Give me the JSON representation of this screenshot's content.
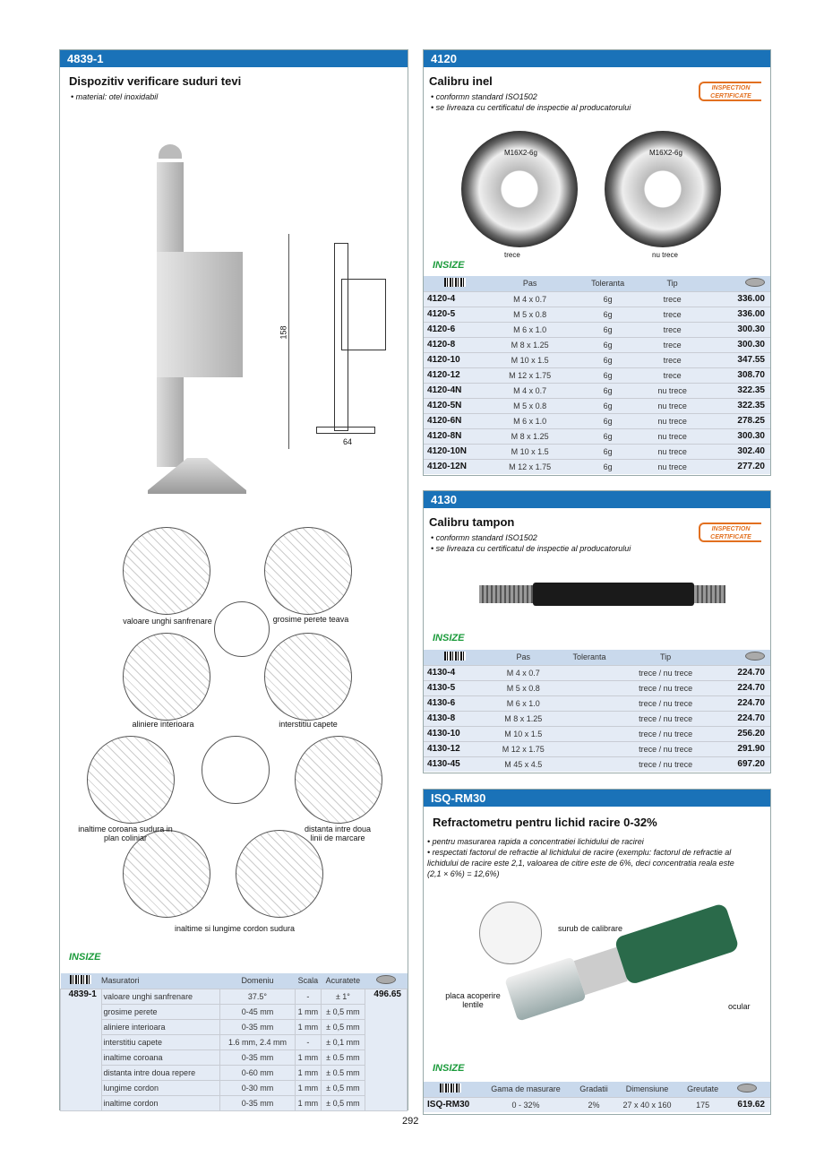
{
  "left": {
    "code": "4839-1",
    "title": "Dispozitiv verificare suduri tevi",
    "bullets": [
      "• material: otel inoxidabil"
    ],
    "dim_height": "158",
    "dim_width": "64",
    "diagram_labels": [
      "valoare unghi sanfrenare",
      "grosime perete teava",
      "aliniere interioara",
      "interstitiu capete",
      "inaltime coroana sudura in plan coliniar",
      "distanta intre doua linii de marcare",
      "inaltime si lungime cordon sudura"
    ],
    "logo": "INSIZE",
    "table": {
      "headers": [
        "Masuratori",
        "Domeniu",
        "Scala",
        "Acuratete"
      ],
      "code": "4839-1",
      "price": "496.65",
      "rows": [
        [
          "valoare unghi sanfrenare",
          "37.5°",
          "-",
          "± 1°"
        ],
        [
          "grosime perete",
          "0-45 mm",
          "1 mm",
          "± 0,5 mm"
        ],
        [
          "aliniere interioara",
          "0-35 mm",
          "1 mm",
          "± 0,5 mm"
        ],
        [
          "interstitiu capete",
          "1.6 mm, 2.4 mm",
          "-",
          "± 0,1 mm"
        ],
        [
          "inaltime coroana",
          "0-35 mm",
          "1 mm",
          "± 0.5 mm"
        ],
        [
          "distanta intre doua repere",
          "0-60 mm",
          "1 mm",
          "± 0.5 mm"
        ],
        [
          "lungime cordon",
          "0-30 mm",
          "1 mm",
          "± 0,5 mm"
        ],
        [
          "inaltime cordon",
          "0-35 mm",
          "1 mm",
          "± 0,5 mm"
        ]
      ]
    }
  },
  "p4120": {
    "code": "4120",
    "title": "Calibru inel",
    "bullets": [
      "• conformn standard ISO1502",
      "• se livreaza cu certificatul de inspectie al producatorului"
    ],
    "cert": "INSPECTION CERTIFICATE",
    "ring_labels": [
      "trece",
      "nu trece"
    ],
    "ring_marks": [
      "M16X2-6g",
      "M16X2-6g"
    ],
    "logo": "INSIZE",
    "headers": [
      "Pas",
      "Toleranta",
      "Tip"
    ],
    "rows": [
      [
        "4120-4",
        "M 4 x 0.7",
        "6g",
        "trece",
        "336.00"
      ],
      [
        "4120-5",
        "M 5 x 0.8",
        "6g",
        "trece",
        "336.00"
      ],
      [
        "4120-6",
        "M 6 x 1.0",
        "6g",
        "trece",
        "300.30"
      ],
      [
        "4120-8",
        "M 8 x 1.25",
        "6g",
        "trece",
        "300.30"
      ],
      [
        "4120-10",
        "M 10 x 1.5",
        "6g",
        "trece",
        "347.55"
      ],
      [
        "4120-12",
        "M 12 x 1.75",
        "6g",
        "trece",
        "308.70"
      ],
      [
        "4120-4N",
        "M 4 x 0.7",
        "6g",
        "nu trece",
        "322.35"
      ],
      [
        "4120-5N",
        "M 5 x 0.8",
        "6g",
        "nu trece",
        "322.35"
      ],
      [
        "4120-6N",
        "M 6 x 1.0",
        "6g",
        "nu trece",
        "278.25"
      ],
      [
        "4120-8N",
        "M 8 x 1.25",
        "6g",
        "nu trece",
        "300.30"
      ],
      [
        "4120-10N",
        "M 10 x 1.5",
        "6g",
        "nu trece",
        "302.40"
      ],
      [
        "4120-12N",
        "M 12 x 1.75",
        "6g",
        "nu trece",
        "277.20"
      ]
    ]
  },
  "p4130": {
    "code": "4130",
    "title": "Calibru tampon",
    "bullets": [
      "• conformn standard ISO1502",
      "• se livreaza cu certificatul de inspectie al producatorului"
    ],
    "cert": "INSPECTION CERTIFICATE",
    "logo": "INSIZE",
    "headers": [
      "Pas",
      "Toleranta",
      "Tip"
    ],
    "rows": [
      [
        "4130-4",
        "M 4 x 0.7",
        "",
        "trece / nu trece",
        "224.70"
      ],
      [
        "4130-5",
        "M 5 x 0.8",
        "",
        "trece / nu trece",
        "224.70"
      ],
      [
        "4130-6",
        "M 6 x 1.0",
        "",
        "trece / nu trece",
        "224.70"
      ],
      [
        "4130-8",
        "M 8 x 1.25",
        "",
        "trece / nu trece",
        "224.70"
      ],
      [
        "4130-10",
        "M 10 x 1.5",
        "",
        "trece / nu trece",
        "256.20"
      ],
      [
        "4130-12",
        "M 12 x 1.75",
        "",
        "trece / nu trece",
        "291.90"
      ],
      [
        "4130-45",
        "M 45 x 4.5",
        "",
        "trece / nu trece",
        "697.20"
      ]
    ]
  },
  "rm30": {
    "code": "ISQ-RM30",
    "title": "Refractometru pentru lichid racire 0-32%",
    "bullets": [
      "• pentru masurarea rapida a concentratiei lichidului de racirei",
      "• respectati factorul de refractie al lichidului de racire (exemplu: factorul de refractie al lichidului de racire este 2,1, valoarea de citire este de 6%, deci concentratia reala este (2,1 × 6%) = 12,6%)"
    ],
    "callouts": [
      "surub de calibrare",
      "placa acoperire lentile",
      "ocular"
    ],
    "logo": "INSIZE",
    "headers": [
      "Gama de masurare",
      "Gradatii",
      "Dimensiune",
      "Greutate"
    ],
    "row": [
      "ISQ-RM30",
      "0 - 32%",
      "2%",
      "27 x 40 x 160",
      "175",
      "619.62"
    ]
  },
  "page_number": "292"
}
